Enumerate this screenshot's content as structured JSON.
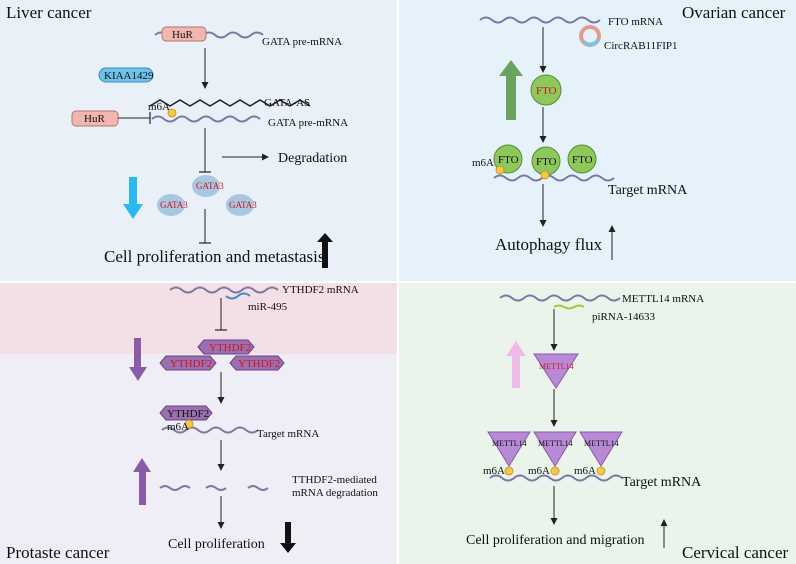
{
  "panels": {
    "liver": {
      "title": "Liver cancer",
      "hur_top": "HuR",
      "gata_pre_top": "GATA pre-mRNA",
      "kiaa": "KIAA1429",
      "m6a": "m6A",
      "hur_left": "HuR",
      "gata_as": "GATA-AS",
      "gata_pre_bottom": "GATA pre-mRNA",
      "degradation": "Degradation",
      "gata3": "GATA3",
      "outcome": "Cell proliferation and metastasis"
    },
    "ovarian": {
      "title": "Ovarian cancer",
      "fto_mrna": "FTO mRNA",
      "circ": "CircRAB11FIP1",
      "fto": "FTO",
      "m6a": "m6A",
      "target": "Target mRNA",
      "outcome": "Autophagy flux"
    },
    "prostate": {
      "title": "Protaste cancer",
      "ythdf2_mrna": "YTHDF2 mRNA",
      "mir": "miR-495",
      "ythdf2": "YTHDF2",
      "m6a": "m6A",
      "target": "Target mRNA",
      "degr_line1": "TTHDF2-mediated",
      "degr_line2": "mRNA degradation",
      "outcome": "Cell proliferation"
    },
    "cervical": {
      "title": "Cervical cancer",
      "mettl14_mrna": "METTL14 mRNA",
      "pirna": "piRNA-14633",
      "mettl14": "METTL14",
      "m6a": "m6A",
      "target": "Target mRNA",
      "outcome": "Cell proliferation and migration"
    }
  },
  "colors": {
    "liver_bg": "#eaf0f8",
    "ovarian_bg": "#e5f2fa",
    "prostate_bg": "#efeef6",
    "prostate_band": "#f3dfe6",
    "cervical_bg": "#eaf4ea",
    "mrna": "#7a78a6",
    "hur": "#f2b6b0",
    "kiaa": "#6ec2ea",
    "gata3": "#a8c8e2",
    "fto": "#8cc85a",
    "ythdf2": "#9b6fb0",
    "mettl14": "#b88ad6",
    "m6a_dot": "#f5c84a",
    "arrow_blue": "#2bb8f0",
    "arrow_green": "#6aa35e",
    "arrow_purple": "#8a5ca8",
    "arrow_pink": "#eebbe8"
  }
}
